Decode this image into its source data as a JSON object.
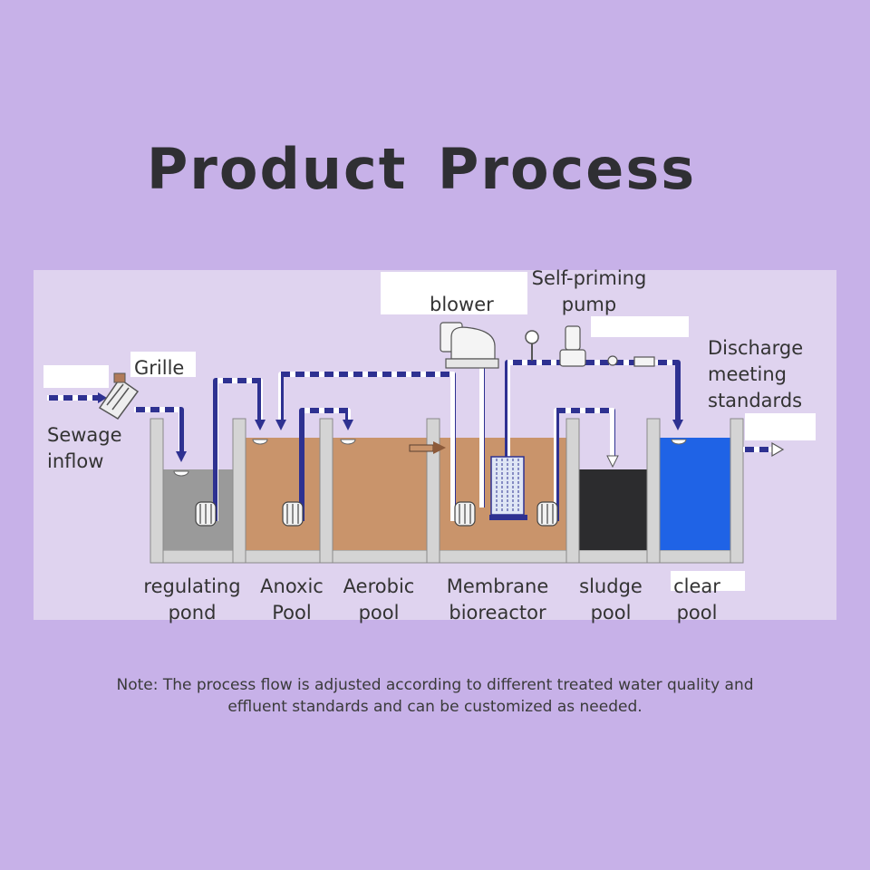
{
  "title": "Product Process",
  "labels": {
    "blower": "blower",
    "self_priming_pump_line1": "Self-priming",
    "self_priming_pump_line2": "pump",
    "grille": "Grille",
    "sewage_inflow_line1": "Sewage",
    "sewage_inflow_line2": "inflow",
    "discharge_line1": "Discharge",
    "discharge_line2": "meeting",
    "discharge_line3": "standards"
  },
  "stages": [
    {
      "line1": "regulating",
      "line2": "pond",
      "color": "#9a9a9a"
    },
    {
      "line1": "Anoxic",
      "line2": "Pool",
      "color": "#c9946b"
    },
    {
      "line1": "Aerobic",
      "line2": "pool",
      "color": "#c9946b"
    },
    {
      "line1": "Membrane",
      "line2": "bioreactor",
      "color": "#c9946b"
    },
    {
      "line1": "sludge",
      "line2": "pool",
      "color": "#2c2c2e"
    },
    {
      "line1": "clear",
      "line2": "pool",
      "color": "#1f63e6"
    }
  ],
  "note": {
    "line1": "Note: The process flow is adjusted according to different treated water quality and",
    "line2": "effluent standards and can be customized as needed."
  },
  "colors": {
    "background": "#c7b1e8",
    "panel": "#dfd3ef",
    "pipe": "#2e3191",
    "tank_wall": "#d4d4d4"
  }
}
